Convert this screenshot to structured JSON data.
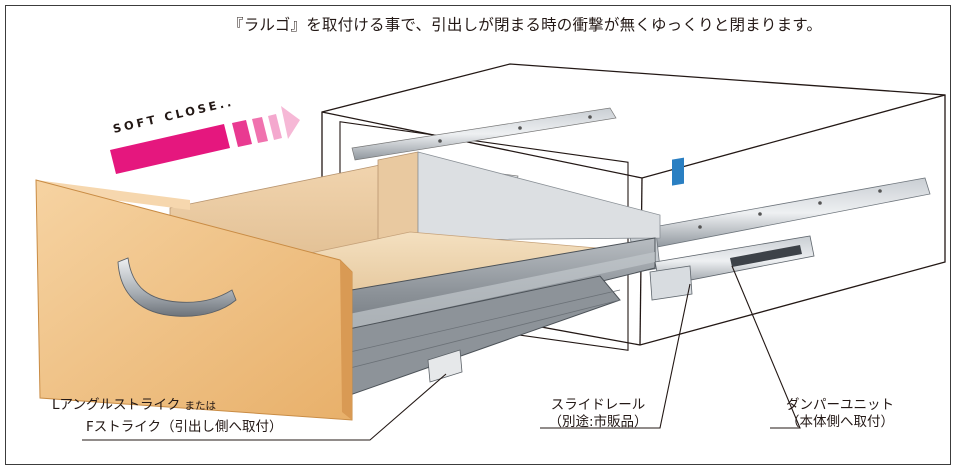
{
  "headline": "『ラルゴ』を取付ける事で、引出しが閉まる時の衝撃が無くゆっくりと閉まります。",
  "soft_close": "SOFT CLOSE..",
  "labels": {
    "strike_line1_main": "Lアングルストライク",
    "strike_line1_sub": "または",
    "strike_line2": "Fストライク（引出し側へ取付）",
    "rail_line1": "スライドレール",
    "rail_line2": "（別途:市販品）",
    "damper_line1": "ダンパーユニット",
    "damper_line2": "（本体側へ取付）"
  },
  "colors": {
    "accent": "#e5177e",
    "drawer_front": "#f2c484",
    "drawer_inner": "#e9c9a0",
    "metal": "#9aa1a8",
    "damper_blue": "#2a7fc2"
  }
}
